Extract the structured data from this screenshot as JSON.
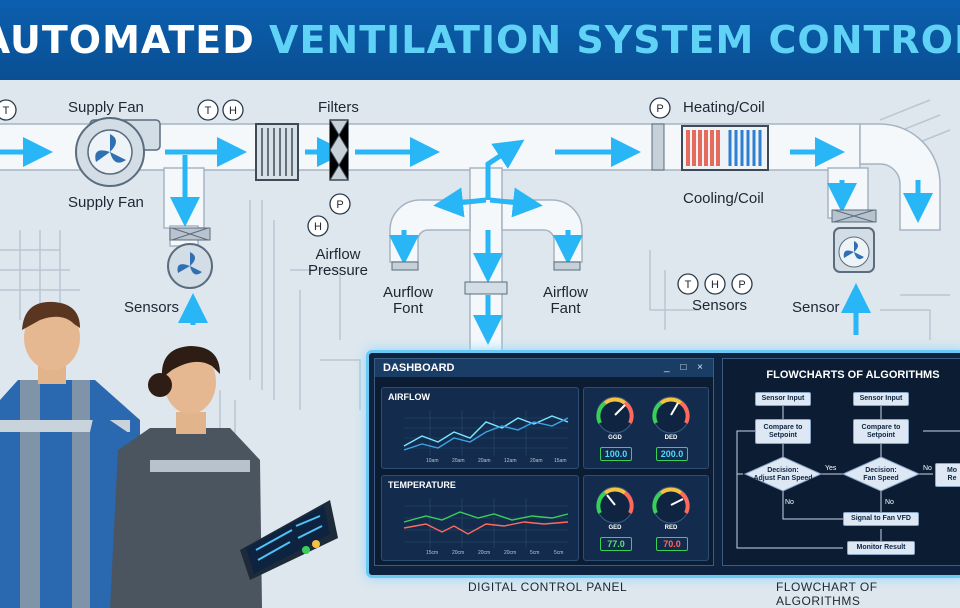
{
  "header": {
    "title_part1": "AUTOMATED",
    "title_part2": "VENTILATION SYSTEM CONTROL"
  },
  "diagram_labels": {
    "supply_fan_top": "Supply Fan",
    "supply_fan_bottom": "Supply Fan",
    "sensors_left": "Sensors",
    "filters": "Filters",
    "airflow_pressure": "Airflow\nPressure",
    "airflow_font": "Aurflow\nFont",
    "airflow_fant": "Airflow\nFant",
    "heating_coil": "Heating/Coil",
    "cooling_coil": "Cooling/Coil",
    "sensors_right": "Sensors",
    "sensor": "Sensor"
  },
  "sensor_letters": {
    "t": "T",
    "h": "H",
    "p": "P"
  },
  "dashboard": {
    "title": "DASHBOARD",
    "window_controls": "_ □ ×",
    "airflow": {
      "title": "AIRFLOW",
      "x_ticks": [
        "10am",
        "20am",
        "20am",
        "12am",
        "20am",
        "15am"
      ]
    },
    "temperature": {
      "title": "TEMPERATURE",
      "x_ticks": [
        "15cm",
        "20cm",
        "20cm",
        "20cm",
        "5cm",
        "5cm"
      ]
    },
    "gauges": [
      {
        "label": "GGD",
        "value": "100.0",
        "value_color": "#4fd8ff"
      },
      {
        "label": "DED",
        "value": "200.0",
        "value_color": "#4fd8ff"
      },
      {
        "label": "GED",
        "value": "77.0",
        "value_color": "#5fe07a"
      },
      {
        "label": "RED",
        "value": "70.0",
        "value_color": "#ff6a5c"
      }
    ]
  },
  "flowchart": {
    "title": "FLOWCHARTS OF ALGORITHMS",
    "sensor_input_1": "Sensor Input",
    "sensor_input_2": "Sensor Input",
    "compare_1": "Compare to\nSetpoint",
    "compare_2": "Compare to\nSetpoint",
    "decision_1": "Decision:\nAdjust Fan Speed",
    "decision_2": "Decision:\nFan Speed",
    "yes": "Yes",
    "no_1": "No",
    "no_2": "No",
    "no_3": "No",
    "partial_box": "Mo\nRe",
    "signal": "Signal to Fan VFD",
    "monitor": "Monitor Result"
  },
  "captions": {
    "panel": "DIGITAL CONTROL PANEL",
    "flowchart": "FLOWCHART OF ALGORITHMS"
  },
  "colors": {
    "banner": "#0b5fae",
    "accent": "#5fd2f6",
    "arrow": "#29b6f6",
    "panel_border": "#6cc8f4"
  }
}
